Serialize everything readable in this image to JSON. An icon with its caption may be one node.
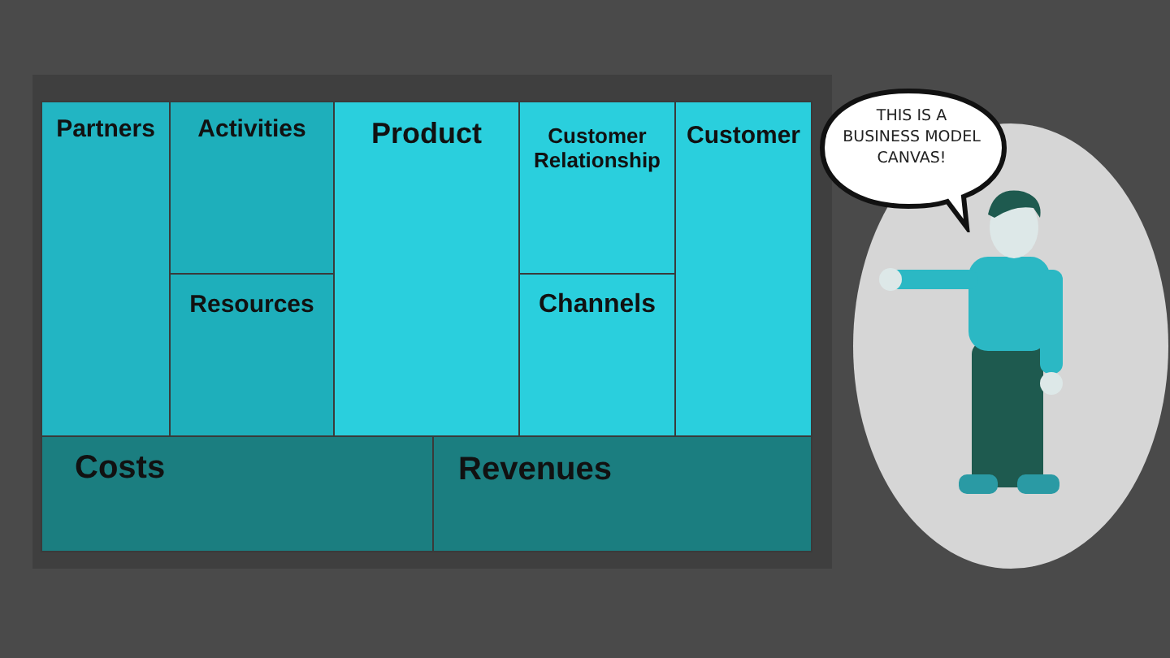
{
  "diagram": {
    "nodes": [
      {
        "text": [
          "Partners"
        ]
      },
      {
        "text": [
          "Activities"
        ]
      },
      {
        "text": [
          "Product"
        ]
      },
      {
        "text": [
          "Customer Relationship"
        ]
      },
      {
        "text": [
          "Customer"
        ]
      },
      {
        "text": [
          "Resources"
        ]
      },
      {
        "text": [
          "Channels"
        ]
      },
      {
        "text": [
          "Costs"
        ]
      },
      {
        "text": [
          "Revenues"
        ]
      },
      {
        "text": [
          "THIS IS A BUSINESS MODEL CANVAS!"
        ]
      }
    ],
    "edges": []
  }
}
